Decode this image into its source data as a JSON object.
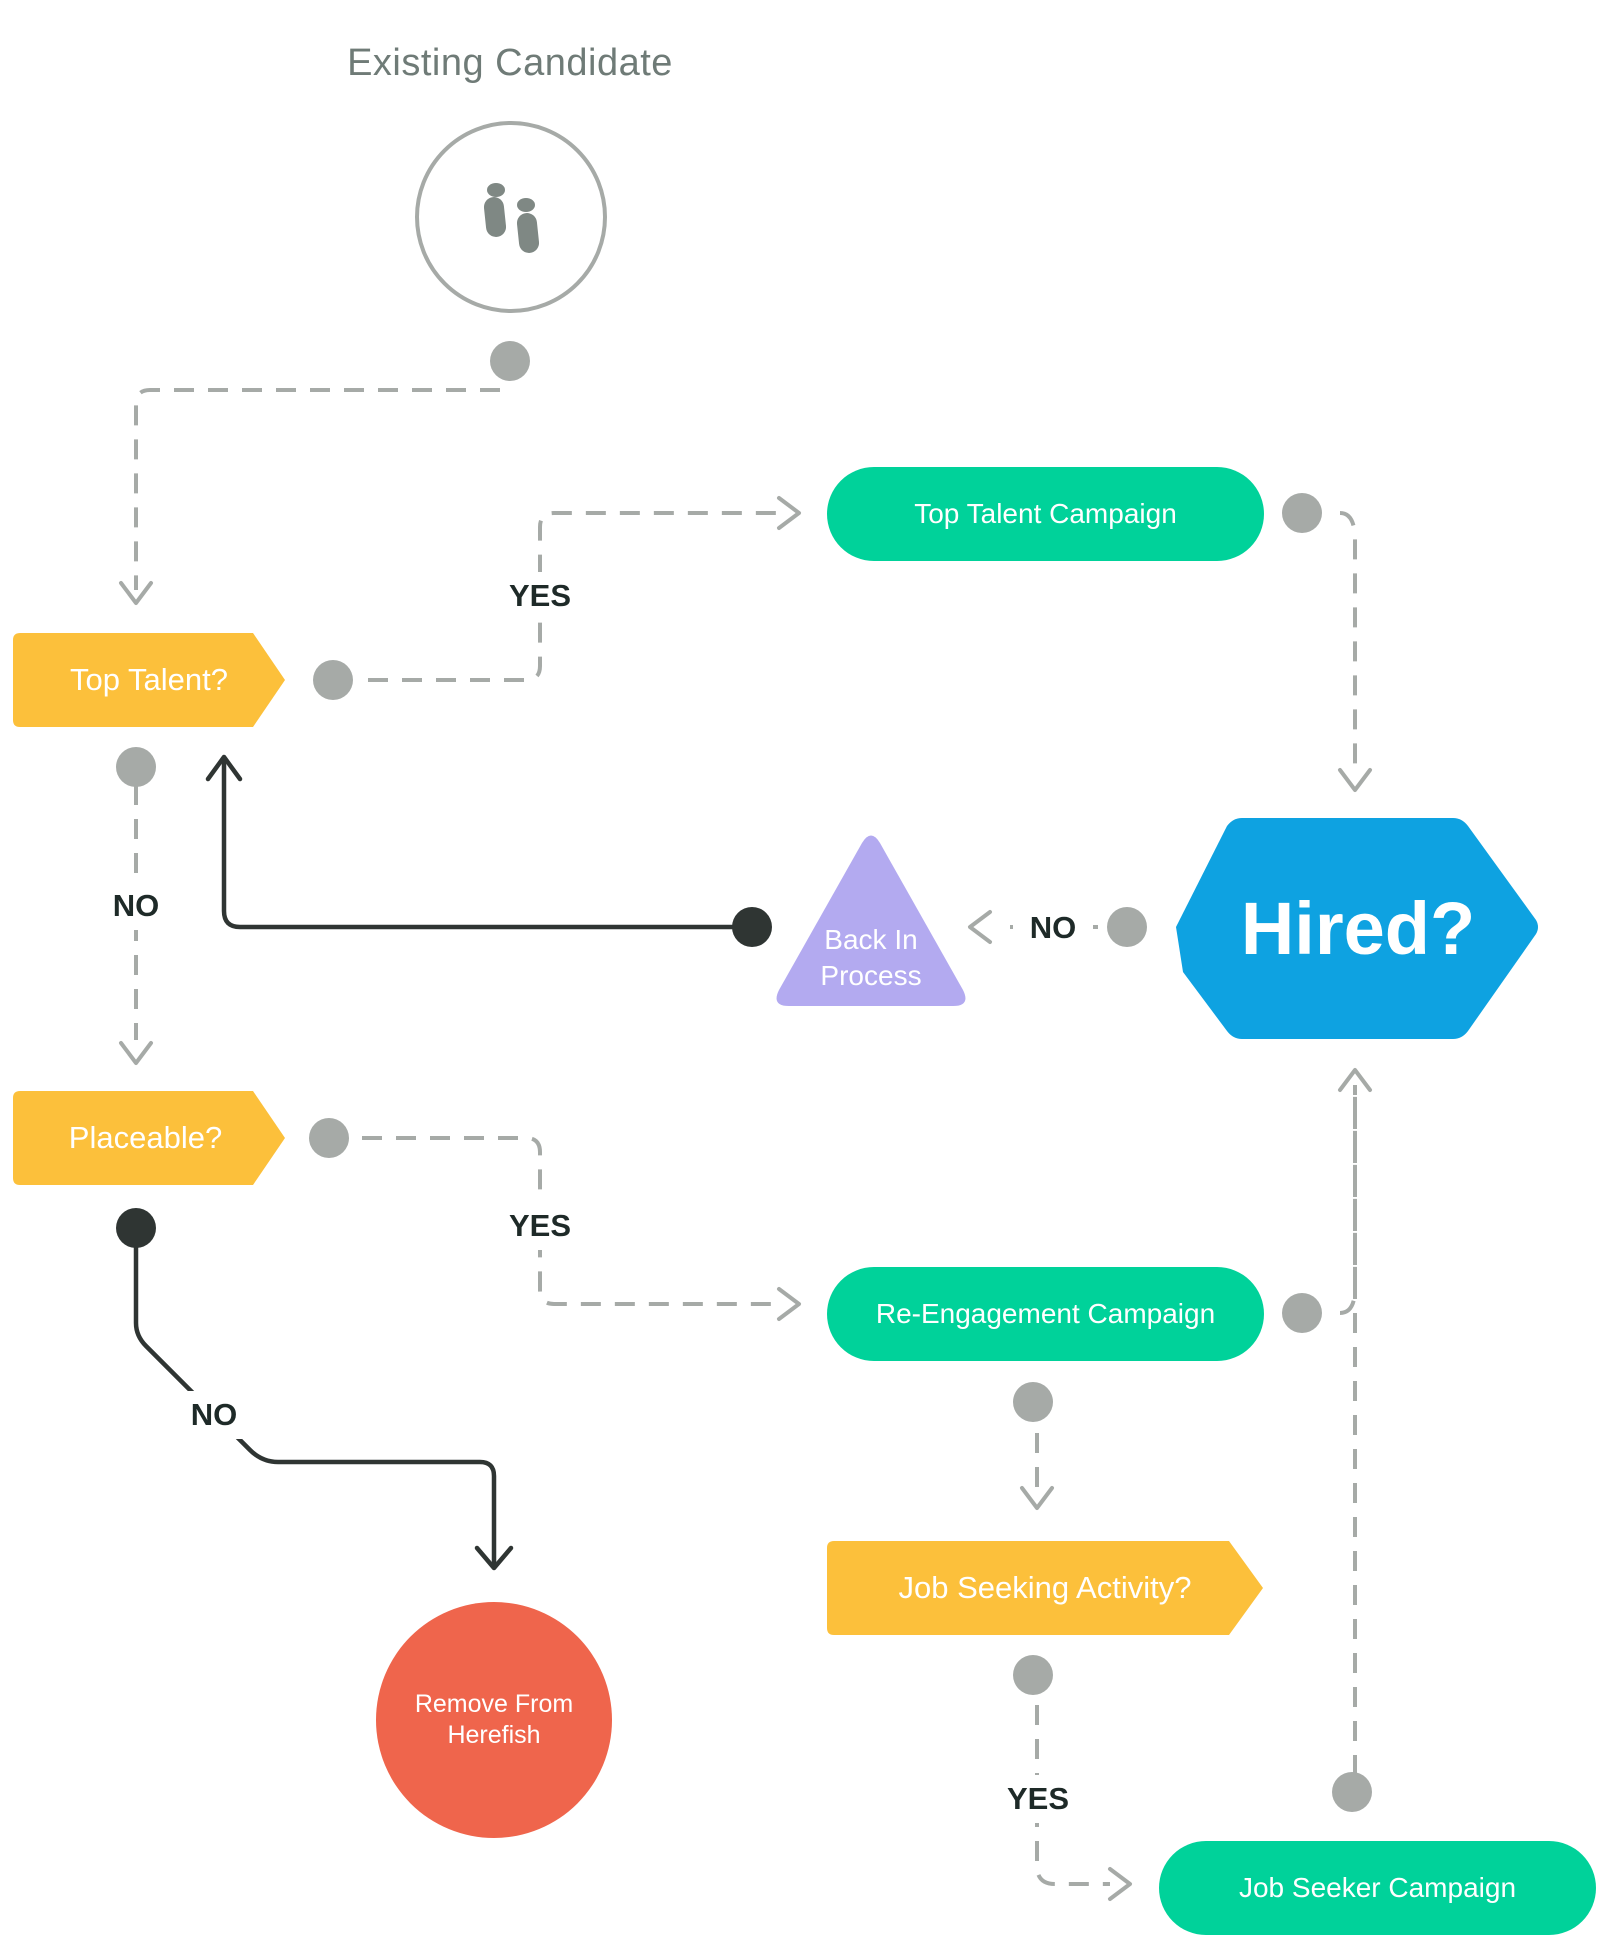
{
  "title": "Existing Candidate",
  "colors": {
    "gray": "#a6aaa7",
    "dark": "#2f3533",
    "yellow": "#fcc03b",
    "green": "#00d29a",
    "blue": "#0ea2e1",
    "purple": "#b3aaf0",
    "red": "#ef654c"
  },
  "icons": {
    "start": "footprints-icon"
  },
  "nodes": {
    "top_talent": "Top Talent?",
    "placeable": "Placeable?",
    "top_talent_campaign": "Top Talent Campaign",
    "re_engagement_campaign": "Re-Engagement Campaign",
    "job_seeking_activity": "Job Seeking Activity?",
    "job_seeker_campaign": "Job Seeker Campaign",
    "hired": "Hired?",
    "back_in_process_line1": "Back In",
    "back_in_process_line2": "Process",
    "remove_line1": "Remove From",
    "remove_line2": "Herefish"
  },
  "edges": {
    "top_talent_yes": "YES",
    "top_talent_no": "NO",
    "placeable_yes": "YES",
    "placeable_no": "NO",
    "hired_no": "NO",
    "job_seeking_yes": "YES"
  }
}
